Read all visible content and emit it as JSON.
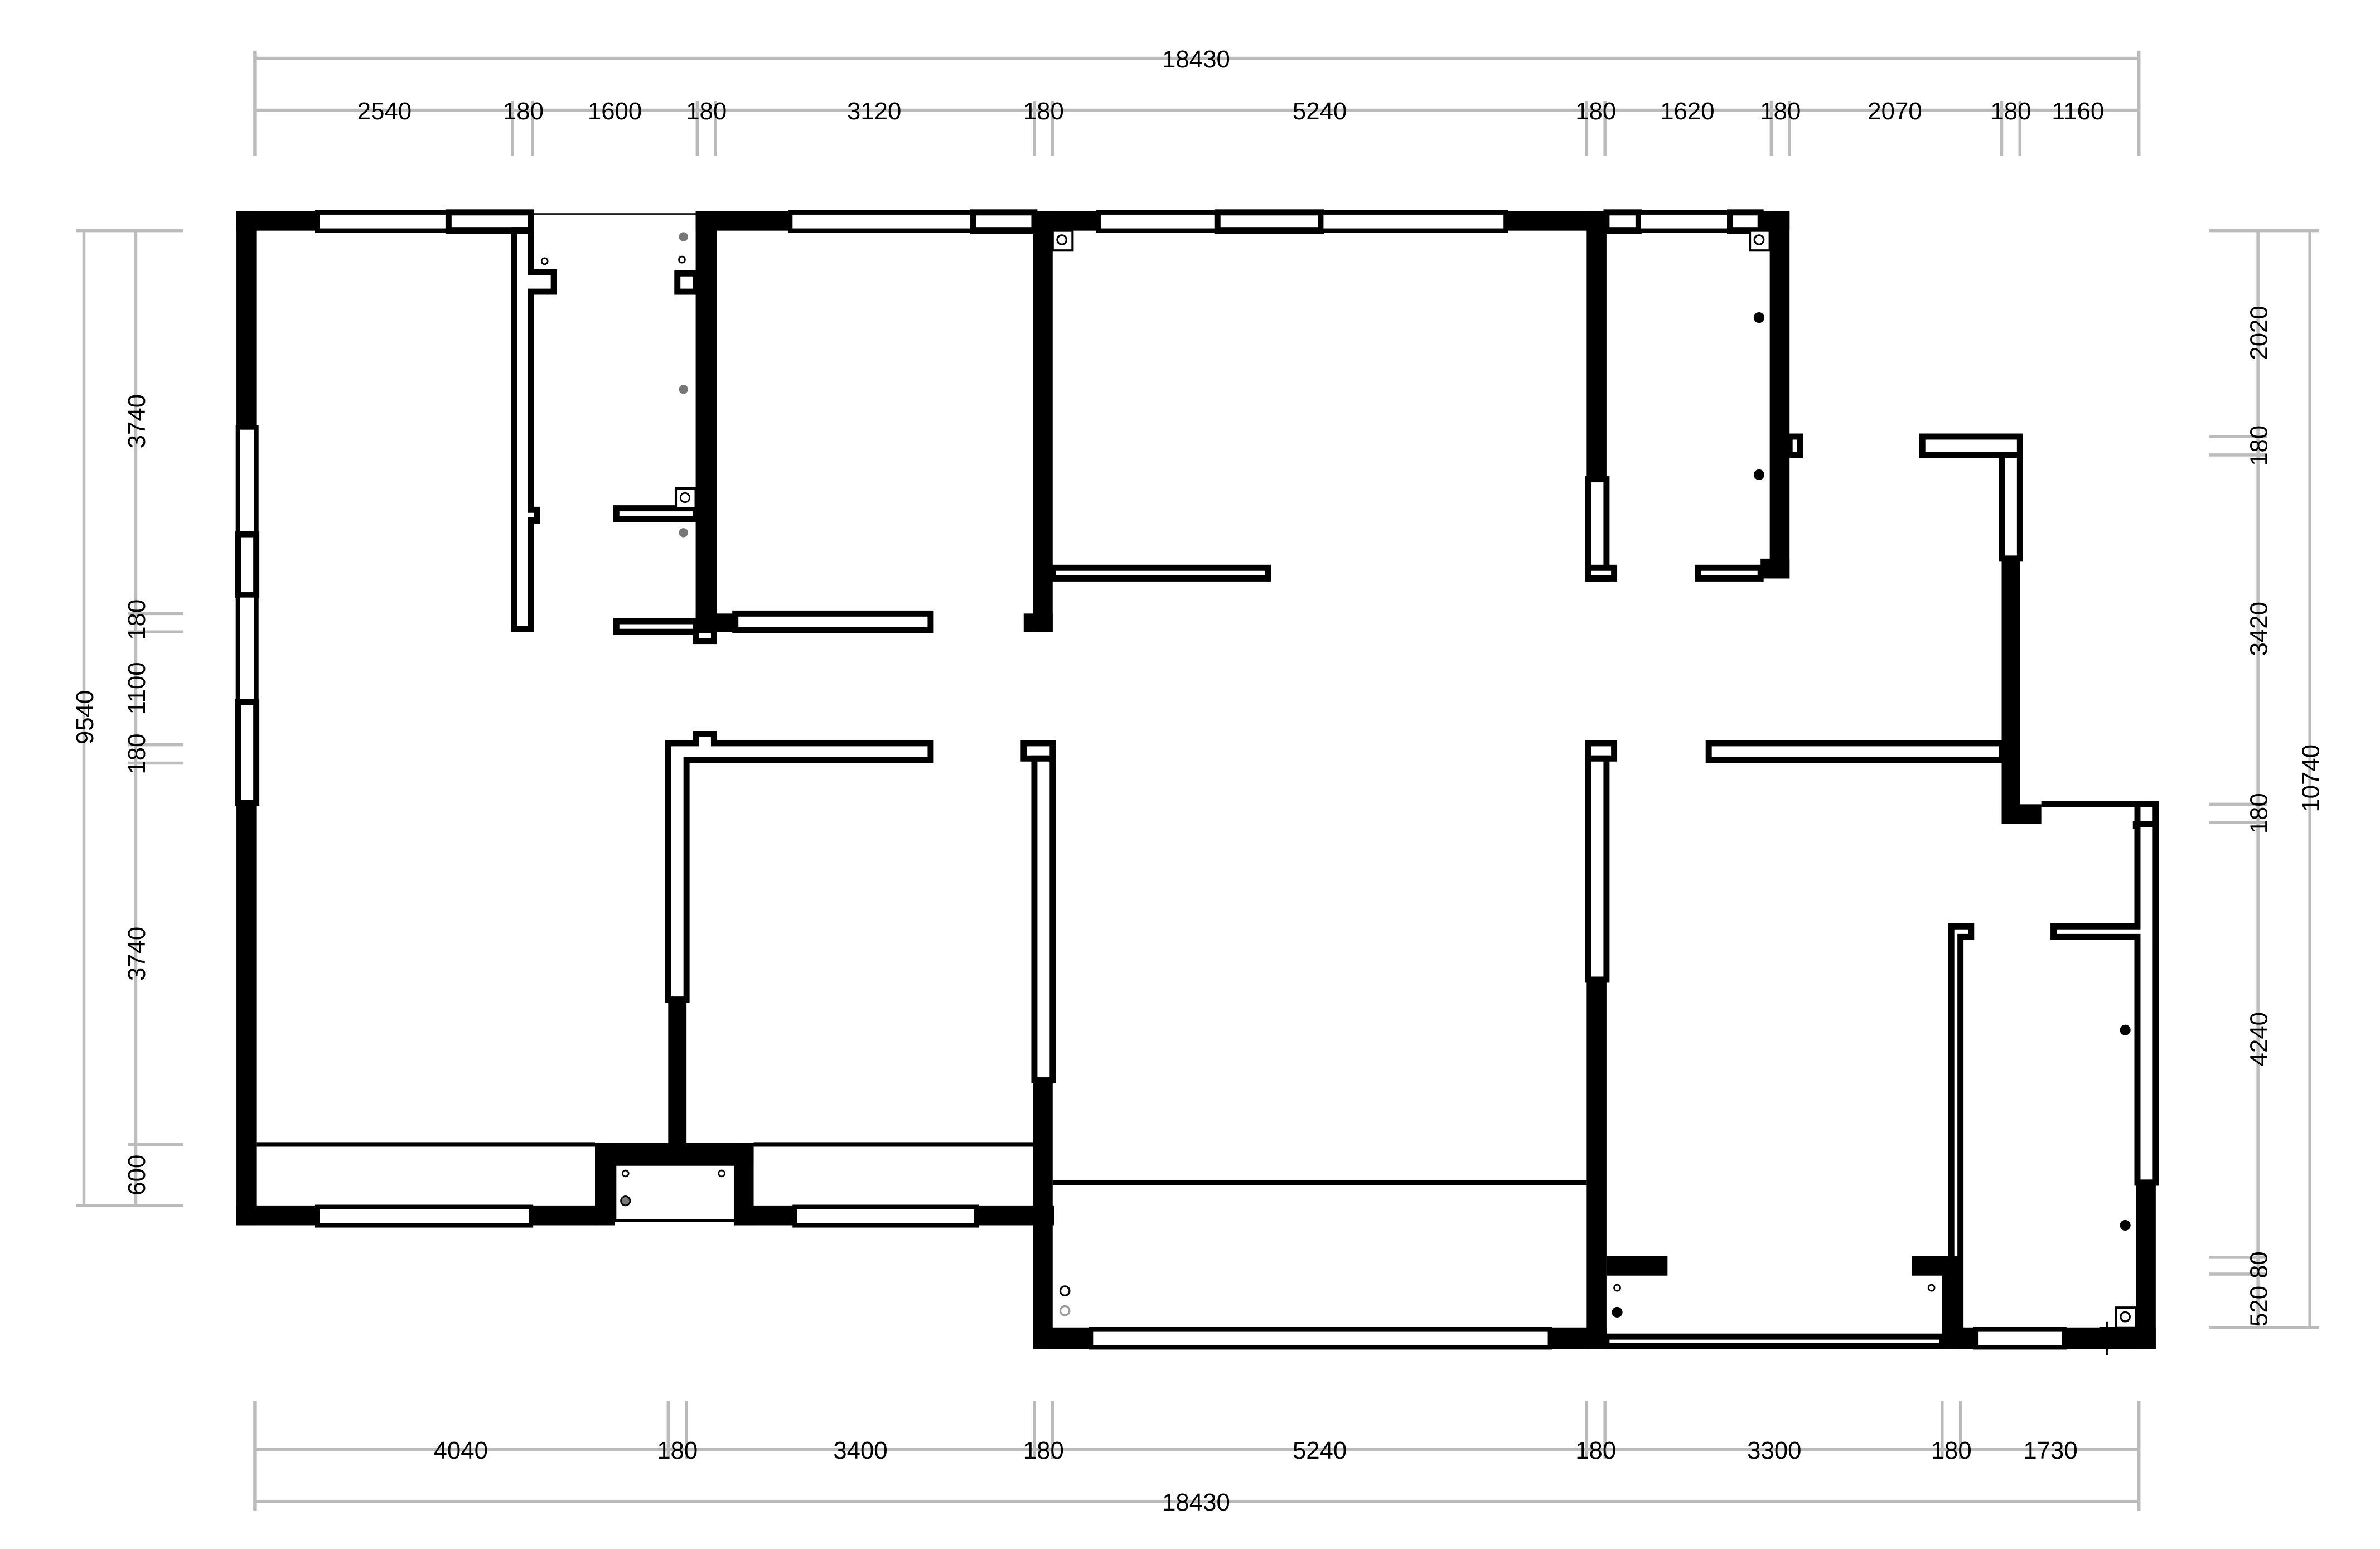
{
  "dimensions": {
    "top_total": "18430",
    "top_segments": [
      "2540",
      "180",
      "1600",
      "180",
      "3120",
      "180",
      "5240",
      "180",
      "1620",
      "180",
      "2070",
      "180",
      "1160"
    ],
    "bottom_total": "18430",
    "bottom_segments": [
      "4040",
      "180",
      "3400",
      "180",
      "5240",
      "180",
      "3300",
      "180",
      "1730"
    ],
    "left_total": "9540",
    "left_segments": [
      "3740",
      "180",
      "1100",
      "180",
      "3740",
      "600"
    ],
    "right_total": "10740",
    "right_segments": [
      "2020",
      "180",
      "3420",
      "180",
      "4240",
      "80",
      "520"
    ]
  }
}
